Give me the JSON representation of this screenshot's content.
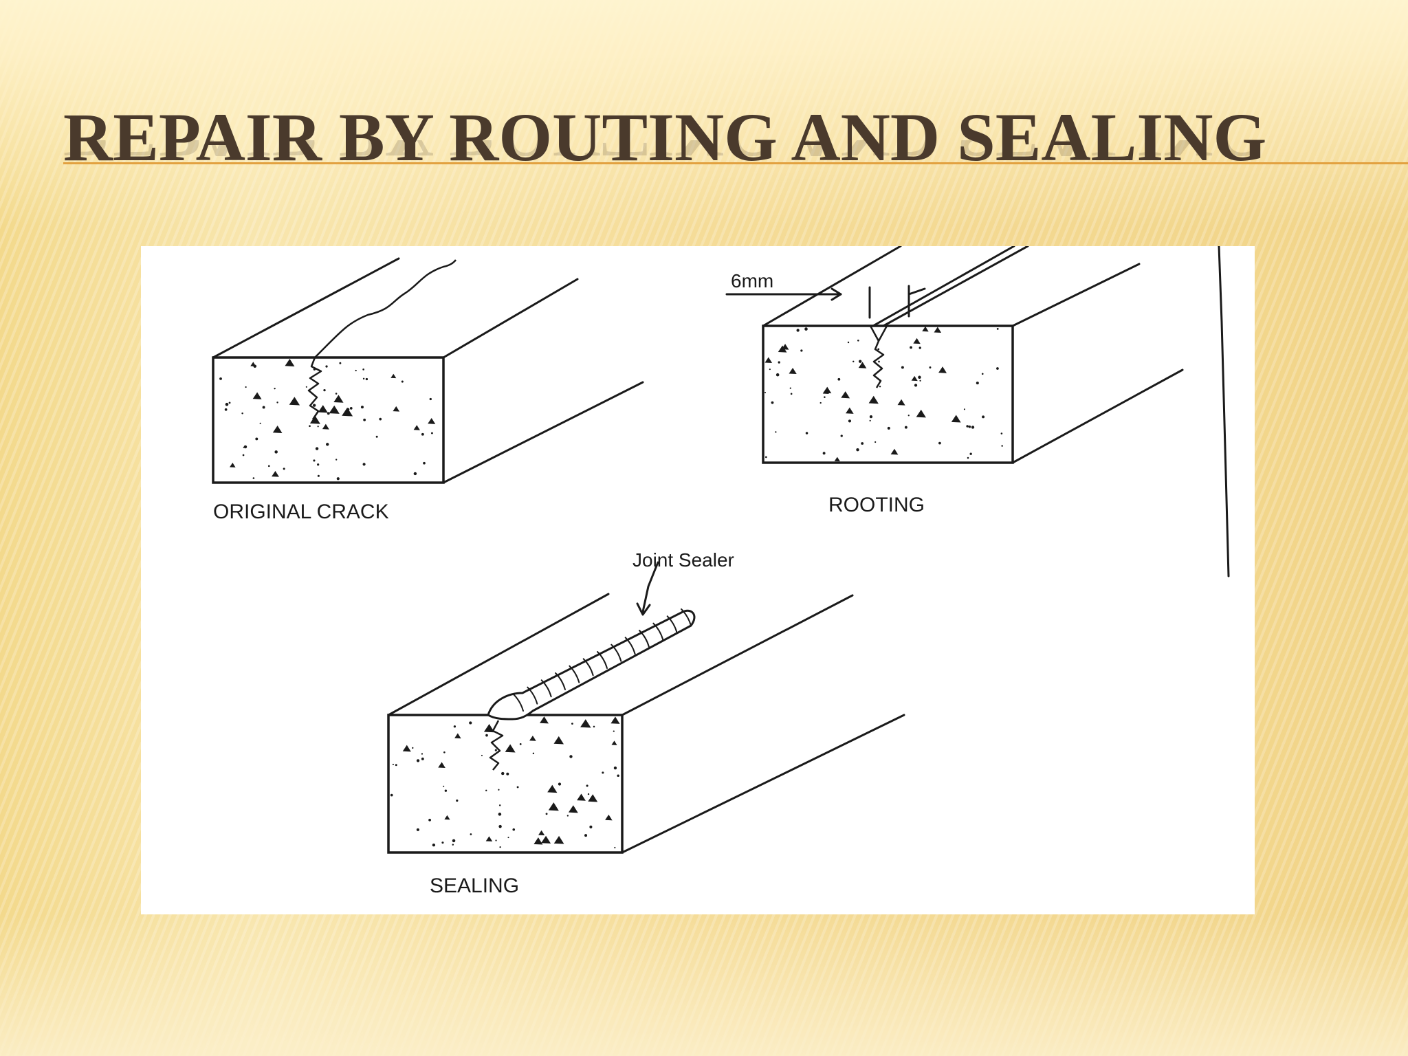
{
  "slide": {
    "title": "REPAIR BY ROUTING AND SEALING"
  },
  "diagram": {
    "labels": {
      "original_crack": "ORIGINAL CRACK",
      "rooting": "ROOTING",
      "sealing": "SEALING",
      "width_dimension": "6mm",
      "joint_sealer": "Joint Sealer"
    }
  },
  "colors": {
    "title_text": "#4a3a2c",
    "title_underline": "#e2a140",
    "panel_background": "#ffffff",
    "line_art": "#1a1a1a"
  }
}
